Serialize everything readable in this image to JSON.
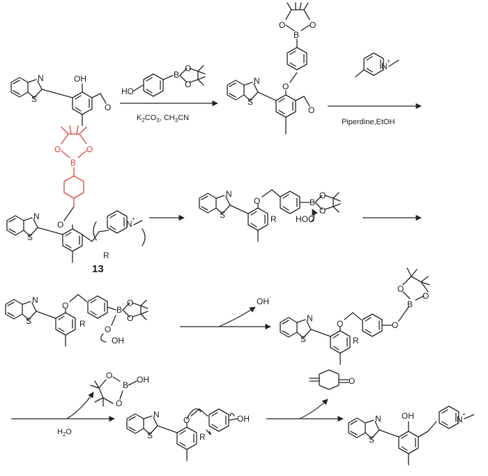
{
  "atoms": {
    "N": "N",
    "S": "S",
    "O": "O",
    "B": "B",
    "R": "R",
    "OH": "OH",
    "HO": "HO",
    "HOO": "HOO",
    "OH_minus": "OH",
    "Nplus": "N",
    "plus": "+",
    "minus": "-"
  },
  "conditions": {
    "step1_main": "K",
    "step1_sub1": "2",
    "step1_mid": "CO",
    "step1_sub2": "3",
    "step1_tail": ", CH",
    "step1_sub3": "3",
    "step1_end": "CN",
    "step2": "Piperdine,EtOH",
    "step5_main": "H",
    "step5_sub": "2",
    "step5_end": "O"
  },
  "compound_label": "13",
  "colors": {
    "highlight": "#d9453b",
    "ink": "#222222"
  }
}
